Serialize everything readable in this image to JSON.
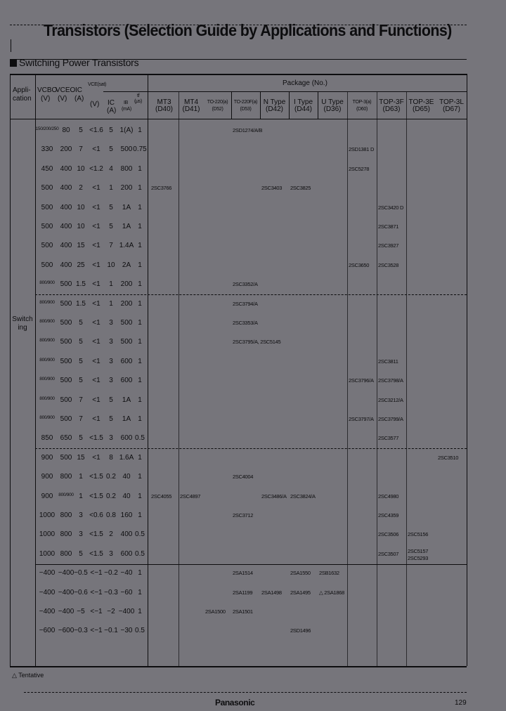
{
  "page": {
    "title": "Transistors (Selection Guide by Applications and Functions)",
    "section": "Switching Power Transistors",
    "footnote": "△ Tentative",
    "brand": "Panasonic",
    "page_number": "129"
  },
  "table": {
    "headers": {
      "application": "Appli-\ncation",
      "vcbo": "VCBO",
      "vcbo_unit": "(V)",
      "vceo": "VCEO",
      "vceo_unit": "(V)",
      "ic": "IC",
      "ic_unit": "(A)",
      "vcesat": "VCE(sat)",
      "vcesat_v": "(V)",
      "vcesat_ic": "IC",
      "vcesat_ic_unit": "(A)",
      "vcesat_ib": "IB",
      "vcesat_ib_unit": "(mA)",
      "tf": "tf",
      "tf_unit": "(μs)",
      "package_group": "Package (No.)",
      "packages": [
        {
          "name": "MT3",
          "code": "(D40)"
        },
        {
          "name": "MT4",
          "code": "(D41)"
        },
        {
          "name": "TO-220(a)",
          "code": "(D52)"
        },
        {
          "name": "TO-220F(a)",
          "code": "(D53)"
        },
        {
          "name": "N Type",
          "code": "(D42)"
        },
        {
          "name": "I Type",
          "code": "(D44)"
        },
        {
          "name": "U Type",
          "code": "(D36)"
        },
        {
          "name": "TOP-3(a)",
          "code": "(D60)"
        },
        {
          "name": "TOP-3F",
          "code": "(D63)"
        },
        {
          "name": "TOP-3E",
          "code": "(D65)"
        },
        {
          "name": "TOP-3L",
          "code": "(D67)"
        }
      ]
    },
    "application": "Switch-\ning",
    "rows": [
      {
        "vcbo": "150/200/250",
        "vceo": "80",
        "ic": "5",
        "vce": "<1.6",
        "icsat": "5",
        "ib": "1(A)",
        "tf": "1",
        "parts": [
          {
            "col": 3,
            "text": "2SD1274/A/B"
          }
        ]
      },
      {
        "vcbo": "330",
        "vceo": "200",
        "ic": "7",
        "vce": "<1",
        "icsat": "5",
        "ib": "500",
        "tf": "0.75",
        "parts": [
          {
            "col": 7,
            "text": "2SD1381 D"
          }
        ]
      },
      {
        "vcbo": "450",
        "vceo": "400",
        "ic": "10",
        "vce": "<1.2",
        "icsat": "4",
        "ib": "800",
        "tf": "1",
        "parts": [
          {
            "col": 7,
            "text": "2SC5278"
          }
        ]
      },
      {
        "vcbo": "500",
        "vceo": "400",
        "ic": "2",
        "vce": "<1",
        "icsat": "1",
        "ib": "200",
        "tf": "1",
        "parts": [
          {
            "col": 0,
            "text": "2SC3766"
          },
          {
            "col": 4,
            "text": "2SC3403"
          },
          {
            "col": 5,
            "text": "2SC3825"
          }
        ]
      },
      {
        "vcbo": "500",
        "vceo": "400",
        "ic": "10",
        "vce": "<1",
        "icsat": "5",
        "ib": "1A",
        "tf": "1",
        "parts": [
          {
            "col": 8,
            "text": "2SC3420 D"
          }
        ]
      },
      {
        "vcbo": "500",
        "vceo": "400",
        "ic": "10",
        "vce": "<1",
        "icsat": "5",
        "ib": "1A",
        "tf": "1",
        "parts": [
          {
            "col": 8,
            "text": "2SC3871"
          }
        ]
      },
      {
        "vcbo": "500",
        "vceo": "400",
        "ic": "15",
        "vce": "<1",
        "icsat": "7",
        "ib": "1.4A",
        "tf": "1",
        "parts": [
          {
            "col": 8,
            "text": "2SC3927"
          }
        ]
      },
      {
        "vcbo": "500",
        "vceo": "400",
        "ic": "25",
        "vce": "<1",
        "icsat": "10",
        "ib": "2A",
        "tf": "1",
        "parts": [
          {
            "col": 7,
            "text": "2SC3650"
          },
          {
            "col": 8,
            "text": "2SC3528"
          }
        ]
      },
      {
        "vcbo": "800/900",
        "vceo": "500",
        "ic": "1.5",
        "vce": "<1",
        "icsat": "1",
        "ib": "200",
        "tf": "1",
        "parts": [
          {
            "col": 3,
            "text": "2SC3352/A"
          }
        ]
      },
      {
        "vcbo": "800/900",
        "vceo": "500",
        "ic": "1.5",
        "vce": "<1",
        "icsat": "1",
        "ib": "200",
        "tf": "1",
        "parts": [
          {
            "col": 3,
            "text": "2SC3794/A"
          }
        ]
      },
      {
        "vcbo": "800/900",
        "vceo": "500",
        "ic": "5",
        "vce": "<1",
        "icsat": "3",
        "ib": "500",
        "tf": "1",
        "parts": [
          {
            "col": 3,
            "text": "2SC3353/A"
          }
        ]
      },
      {
        "vcbo": "800/900",
        "vceo": "500",
        "ic": "5",
        "vce": "<1",
        "icsat": "3",
        "ib": "500",
        "tf": "1",
        "parts": [
          {
            "col": 3,
            "text": "2SC3795/A, 2SC5145"
          }
        ]
      },
      {
        "vcbo": "800/900",
        "vceo": "500",
        "ic": "5",
        "vce": "<1",
        "icsat": "3",
        "ib": "600",
        "tf": "1",
        "parts": [
          {
            "col": 8,
            "text": "2SC3811"
          }
        ]
      },
      {
        "vcbo": "800/900",
        "vceo": "500",
        "ic": "5",
        "vce": "<1",
        "icsat": "3",
        "ib": "600",
        "tf": "1",
        "parts": [
          {
            "col": 7,
            "text": "2SC3796/A"
          },
          {
            "col": 8,
            "text": "2SC3798/A"
          }
        ]
      },
      {
        "vcbo": "800/900",
        "vceo": "500",
        "ic": "7",
        "vce": "<1",
        "icsat": "5",
        "ib": "1A",
        "tf": "1",
        "parts": [
          {
            "col": 8,
            "text": "2SC3212/A"
          }
        ]
      },
      {
        "vcbo": "800/900",
        "vceo": "500",
        "ic": "7",
        "vce": "<1",
        "icsat": "5",
        "ib": "1A",
        "tf": "1",
        "parts": [
          {
            "col": 7,
            "text": "2SC3797/A"
          },
          {
            "col": 8,
            "text": "2SC3799/A"
          }
        ]
      },
      {
        "vcbo": "850",
        "vceo": "650",
        "ic": "5",
        "vce": "<1.5",
        "icsat": "3",
        "ib": "600",
        "tf": "0.5",
        "parts": [
          {
            "col": 8,
            "text": "2SC3577"
          }
        ]
      },
      {
        "vcbo": "900",
        "vceo": "500",
        "ic": "15",
        "vce": "<1",
        "icsat": "8",
        "ib": "1.6A",
        "tf": "1",
        "parts": [
          {
            "col": 10,
            "text": "2SC3510"
          }
        ]
      },
      {
        "vcbo": "900",
        "vceo": "800",
        "ic": "1",
        "vce": "<1.5",
        "icsat": "0.2",
        "ib": "40",
        "tf": "1",
        "parts": [
          {
            "col": 3,
            "text": "2SC4004"
          }
        ]
      },
      {
        "vcbo": "900",
        "vceo": "800/900",
        "ic": "1",
        "vce": "<1.5",
        "icsat": "0.2",
        "ib": "40",
        "tf": "1",
        "parts": [
          {
            "col": 0,
            "text": "2SC4055"
          },
          {
            "col": 1,
            "text": "2SC4897"
          },
          {
            "col": 4,
            "text": "2SC3486/A"
          },
          {
            "col": 5,
            "text": "2SC3824/A"
          },
          {
            "col": 8,
            "text": "2SC4980"
          }
        ]
      },
      {
        "vcbo": "1000",
        "vceo": "800",
        "ic": "3",
        "vce": "<0.6",
        "icsat": "0.8",
        "ib": "160",
        "tf": "1",
        "parts": [
          {
            "col": 3,
            "text": "2SC3712"
          },
          {
            "col": 8,
            "text": "2SC4359"
          }
        ]
      },
      {
        "vcbo": "1000",
        "vceo": "800",
        "ic": "3",
        "vce": "<1.5",
        "icsat": "2",
        "ib": "400",
        "tf": "0.5",
        "parts": [
          {
            "col": 8,
            "text": "2SC3506"
          },
          {
            "col": 9,
            "text": "2SC5156"
          }
        ]
      },
      {
        "vcbo": "1000",
        "vceo": "800",
        "ic": "5",
        "vce": "<1.5",
        "icsat": "3",
        "ib": "600",
        "tf": "0.5",
        "parts": [
          {
            "col": 8,
            "text": "2SC3507"
          },
          {
            "col": 9,
            "text": "2SC5157\n2SC5293"
          }
        ]
      },
      {
        "vcbo": "−400",
        "vceo": "−400",
        "ic": "−0.5",
        "vce": "<−1",
        "icsat": "−0.2",
        "ib": "−40",
        "tf": "1",
        "parts": [
          {
            "col": 3,
            "text": "2SA1514"
          },
          {
            "col": 5,
            "text": "2SA1550"
          },
          {
            "col": 6,
            "text": "2SB1632"
          }
        ]
      },
      {
        "vcbo": "−400",
        "vceo": "−400",
        "ic": "−0.6",
        "vce": "<−1",
        "icsat": "−0.3",
        "ib": "−60",
        "tf": "1",
        "parts": [
          {
            "col": 3,
            "text": "2SA1199"
          },
          {
            "col": 4,
            "text": "2SA1498"
          },
          {
            "col": 5,
            "text": "2SA1495"
          },
          {
            "col": 6,
            "text": "△ 2SA1868"
          }
        ]
      },
      {
        "vcbo": "−400",
        "vceo": "−400",
        "ic": "−5",
        "vce": "<−1",
        "icsat": "−2",
        "ib": "−400",
        "tf": "1",
        "parts": [
          {
            "col": 2,
            "text": "2SA1500"
          },
          {
            "col": 3,
            "text": "2SA1501"
          }
        ]
      },
      {
        "vcbo": "−600",
        "vceo": "−600",
        "ic": "−0.3",
        "vce": "<−1",
        "icsat": "−0.1",
        "ib": "−30",
        "tf": "0.5",
        "parts": [
          {
            "col": 5,
            "text": "2SD1496"
          }
        ]
      }
    ]
  }
}
